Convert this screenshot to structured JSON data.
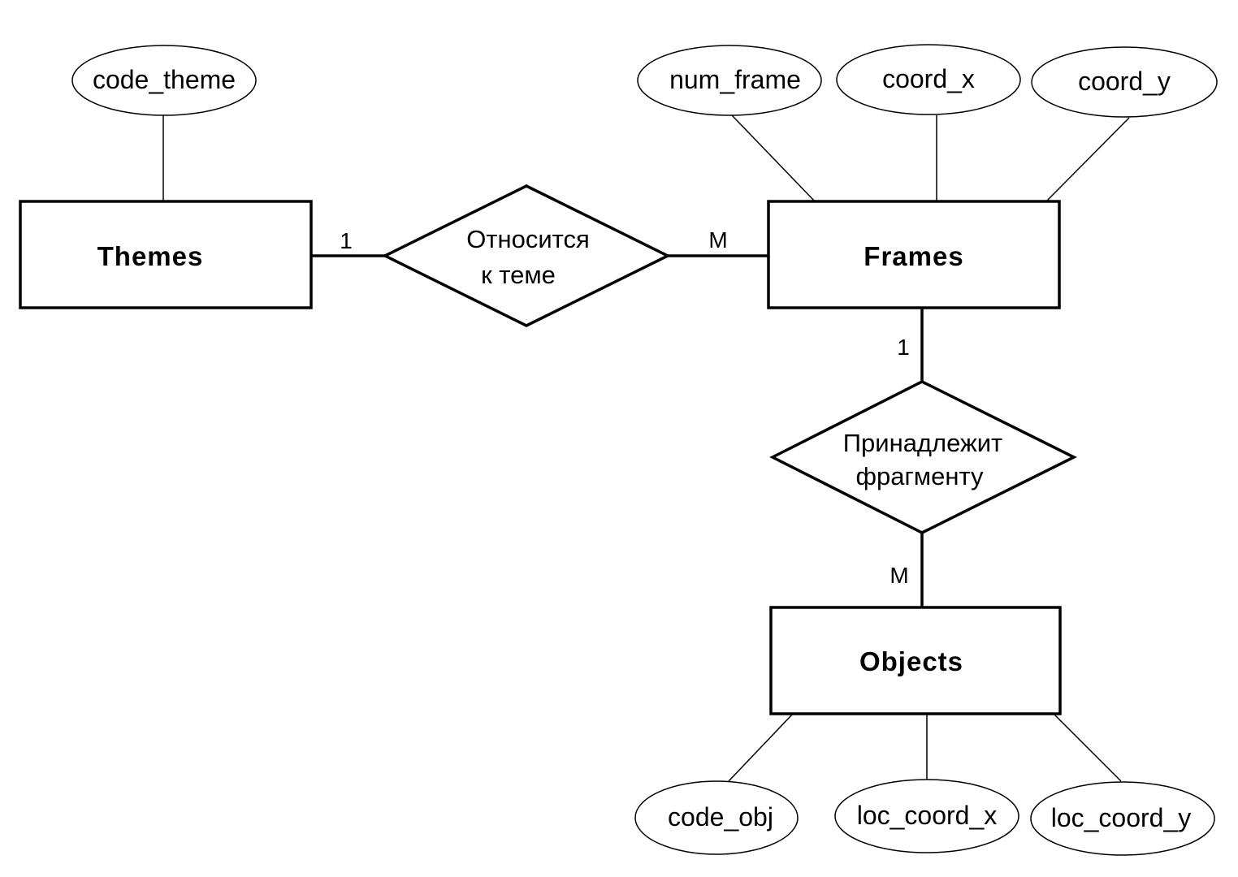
{
  "entities": {
    "themes": "Themes",
    "frames": "Frames",
    "objects": "Objects"
  },
  "attributes": {
    "code_theme": "code_theme",
    "num_frame": "num_frame",
    "coord_x": "coord_x",
    "coord_y": "coord_y",
    "code_obj": "code_obj",
    "loc_coord_x": "loc_coord_x",
    "loc_coord_y": "loc_coord_y"
  },
  "relationships": {
    "belongs_theme": {
      "line1": "Относится",
      "line2": "к теме"
    },
    "belongs_fragment": {
      "line1": "Принадлежит",
      "line2": "фрагменту"
    }
  },
  "cardinalities": {
    "themes_side": "1",
    "frames_side_theme": "M",
    "frames_side_objects": "1",
    "objects_side": "M"
  }
}
